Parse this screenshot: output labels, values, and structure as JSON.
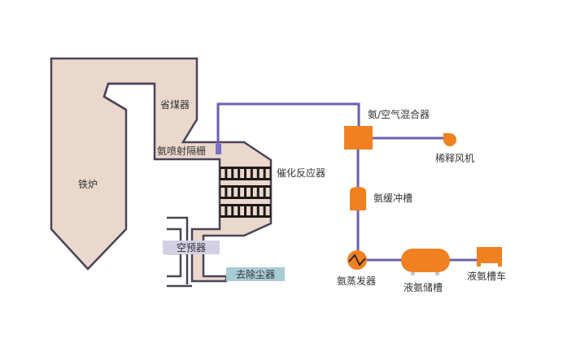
{
  "diagram": {
    "title": "SCR Denitrification Process",
    "colors": {
      "duct_fill": "#ead8cc",
      "duct_stroke": "#4a4458",
      "pipe": "#6a5fb0",
      "equipment": "#f08020",
      "air_preheater_box": "#d4d0e4",
      "dust_collector_box": "#a8ccd4",
      "catalyst": "#1e1a1a"
    },
    "labels": {
      "boiler": "铁炉",
      "economizer": "省煤器",
      "ammonia_injection_grid": "氨喷射隔栅",
      "catalytic_reactor": "催化反应器",
      "air_preheater": "空预器",
      "dust_collector": "去除尘器",
      "ammonia_air_mixer": "氨/空气混合器",
      "dilution_fan": "稀释风机",
      "ammonia_buffer_tank": "氨缓冲槽",
      "ammonia_evaporator": "氨蒸发器",
      "liquid_ammonia_storage": "液氨储槽",
      "liquid_ammonia_tanker": "液氨槽车"
    },
    "nodes": [
      {
        "id": "boiler",
        "label": "铁炉"
      },
      {
        "id": "economizer",
        "label": "省煤器"
      },
      {
        "id": "injection_grid",
        "label": "氨喷射隔栅"
      },
      {
        "id": "reactor",
        "label": "催化反应器",
        "catalyst_layers": 3
      },
      {
        "id": "air_preheater",
        "label": "空预器"
      },
      {
        "id": "dust_collector",
        "label": "去除尘器"
      },
      {
        "id": "mixer",
        "label": "氨/空气混合器"
      },
      {
        "id": "fan",
        "label": "稀释风机"
      },
      {
        "id": "buffer_tank",
        "label": "氨缓冲槽"
      },
      {
        "id": "evaporator",
        "label": "氨蒸发器"
      },
      {
        "id": "storage_tank",
        "label": "液氨储槽"
      },
      {
        "id": "tanker",
        "label": "液氨槽车"
      }
    ],
    "edges": [
      {
        "from": "tanker",
        "to": "storage_tank"
      },
      {
        "from": "storage_tank",
        "to": "evaporator"
      },
      {
        "from": "evaporator",
        "to": "buffer_tank"
      },
      {
        "from": "buffer_tank",
        "to": "mixer"
      },
      {
        "from": "fan",
        "to": "mixer"
      },
      {
        "from": "mixer",
        "to": "injection_grid"
      },
      {
        "from": "boiler",
        "to": "economizer"
      },
      {
        "from": "economizer",
        "to": "reactor"
      },
      {
        "from": "reactor",
        "to": "air_preheater"
      },
      {
        "from": "air_preheater",
        "to": "dust_collector"
      }
    ]
  }
}
